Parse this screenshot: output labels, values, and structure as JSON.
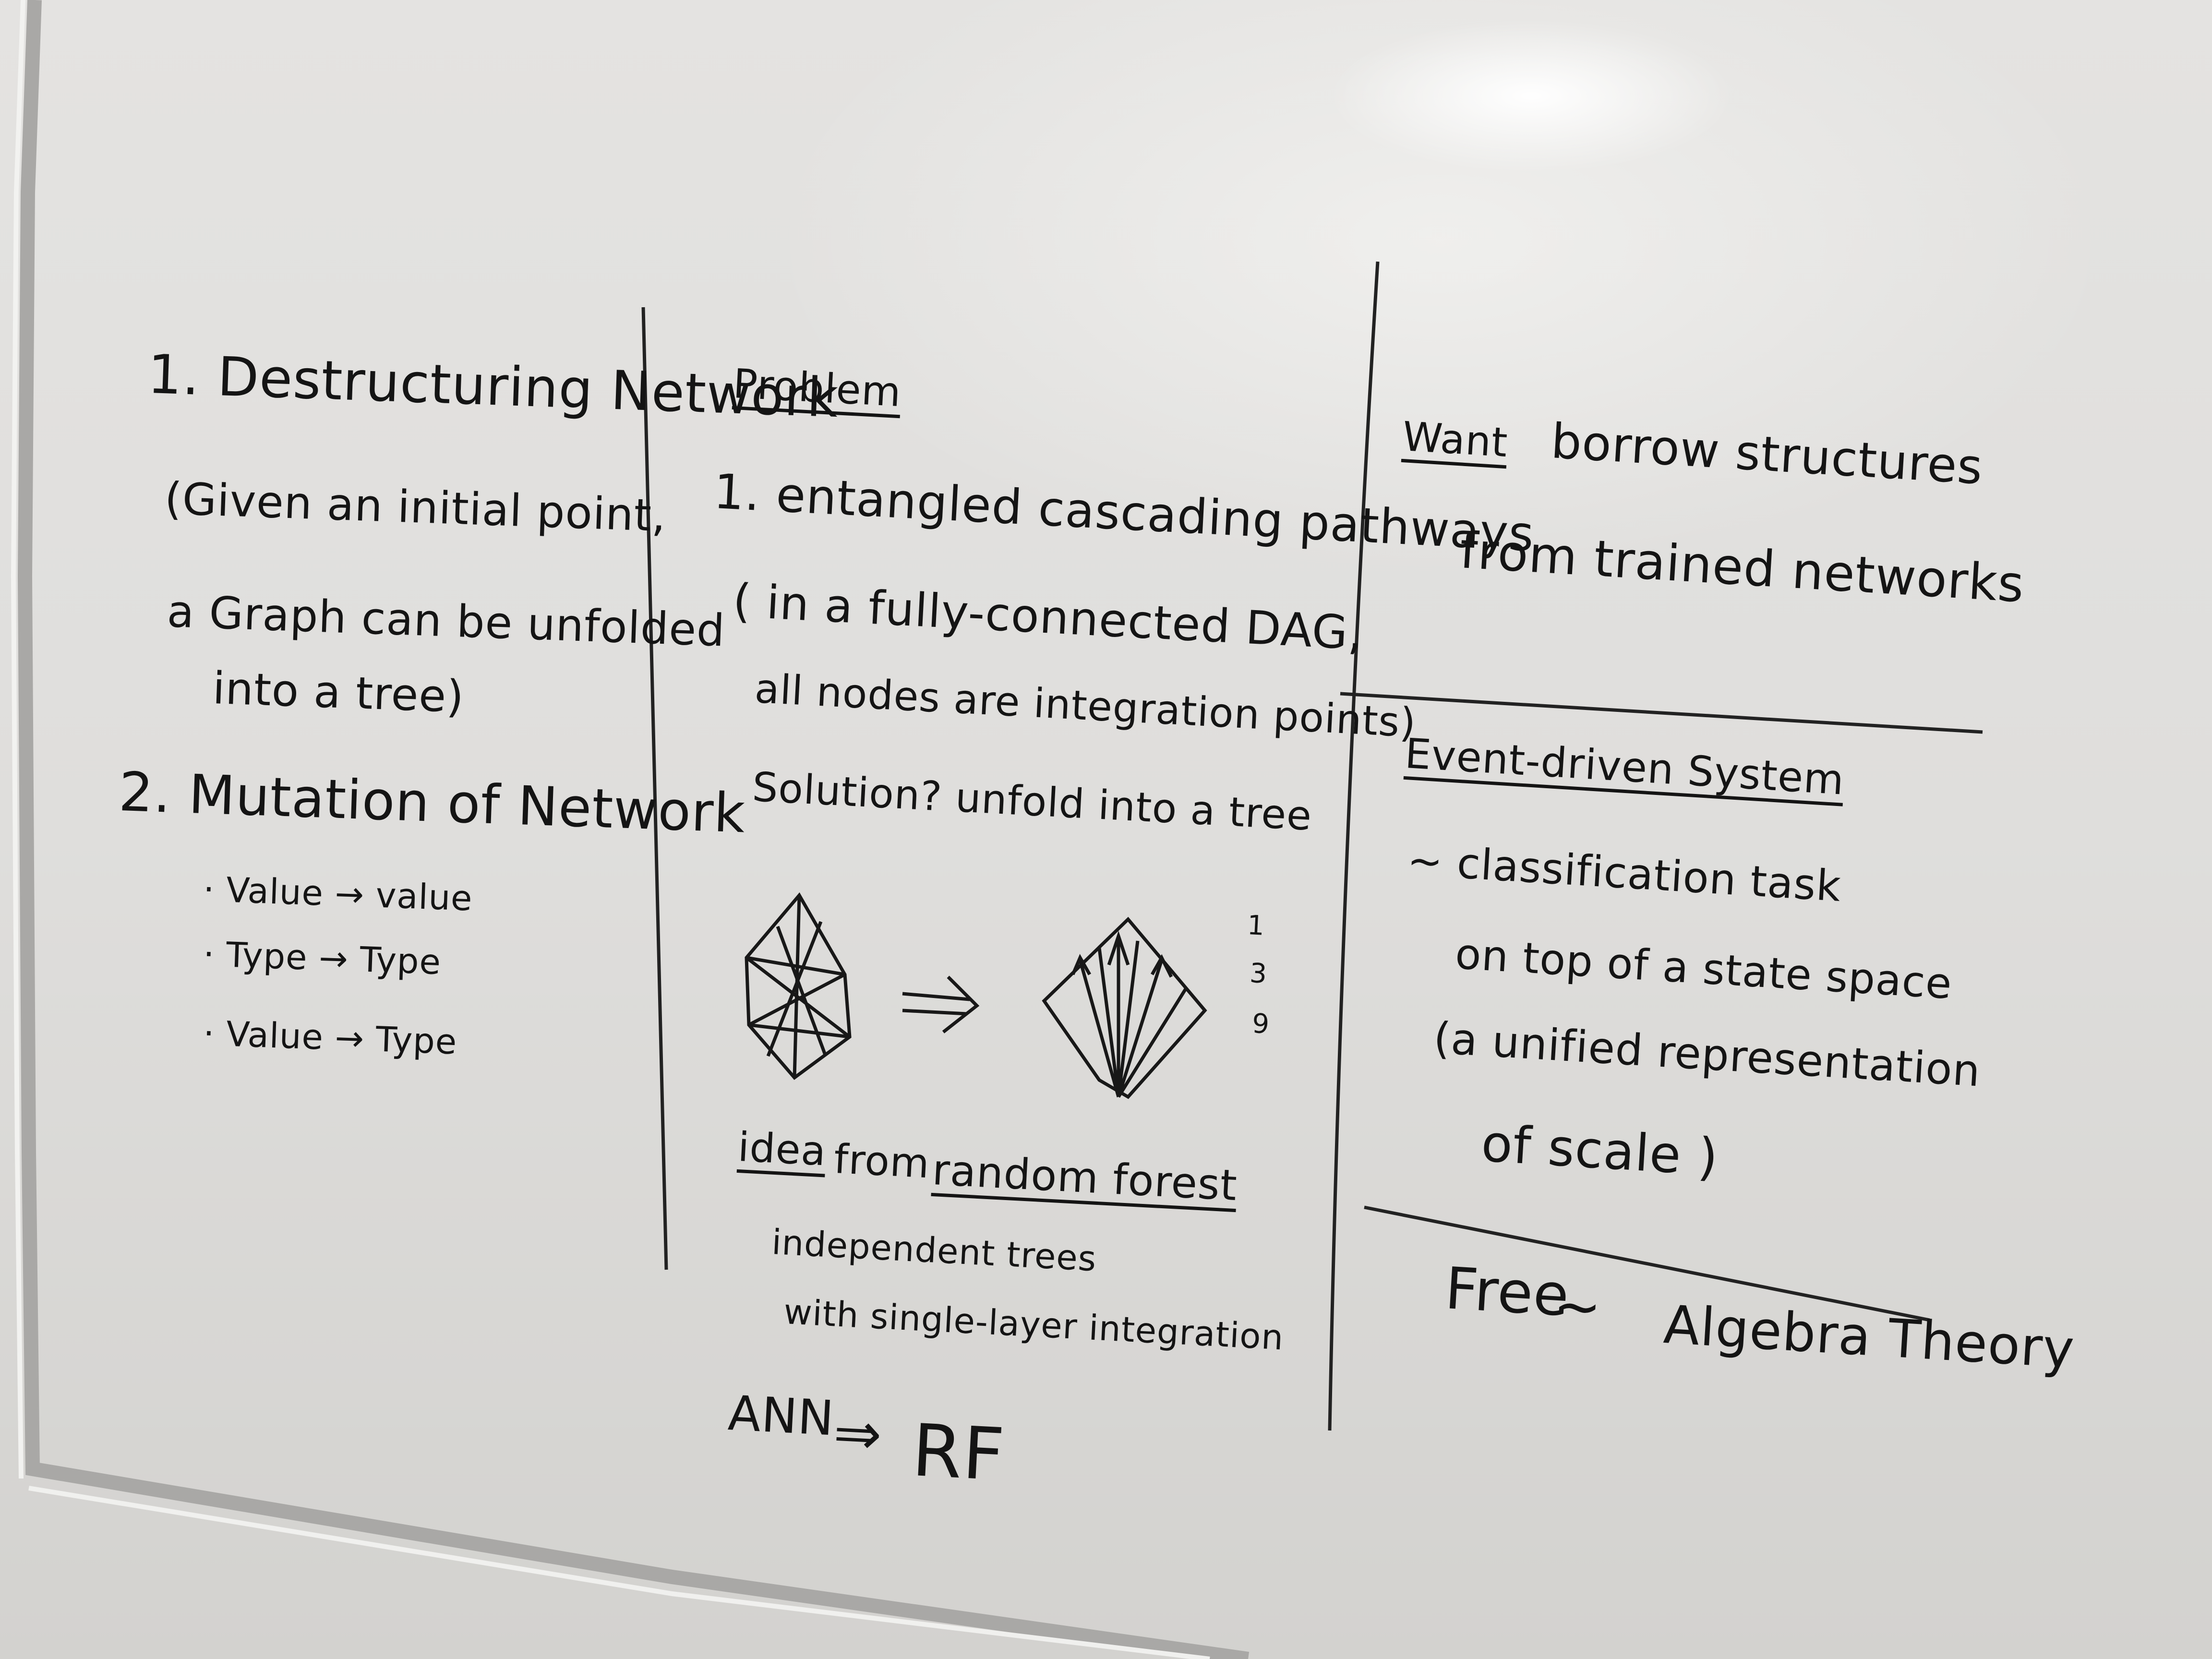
{
  "left_column": {
    "item1_title": "1. Destructuring Network",
    "item1_note": [
      "(Given an initial point,",
      "a Graph can be unfolded",
      "into a tree)"
    ],
    "item2_title": "2. Mutation of Network",
    "mutations": [
      "· Value → value",
      "· Type → Type",
      "· Value → Type"
    ]
  },
  "middle_column": {
    "heading": "Problem",
    "item1": "1. entangled cascading pathways",
    "note": [
      "( in a fully-connected DAG,",
      "all nodes are integration points)"
    ],
    "solution": "Solution? unfold into a tree",
    "arrow": "⇒",
    "side_numbers": [
      "1",
      "3",
      "9"
    ],
    "idea_label": "idea",
    "idea_text": "from",
    "idea_source": "random forest",
    "idea_notes": [
      "independent trees",
      "with single-layer integration"
    ],
    "ann": "ANN",
    "implies": "⇒",
    "rf": "RF"
  },
  "right_column": {
    "want_label": "Want",
    "want_text": "borrow structures",
    "want_line2": "from trained networks",
    "event_heading": "Event-driven System",
    "event_lines": [
      "~ classification task",
      "on top of a state space",
      "(a unified representation",
      "of scale )"
    ],
    "free": "Free",
    "tilde": "~",
    "algebra": "Algebra Theory"
  }
}
